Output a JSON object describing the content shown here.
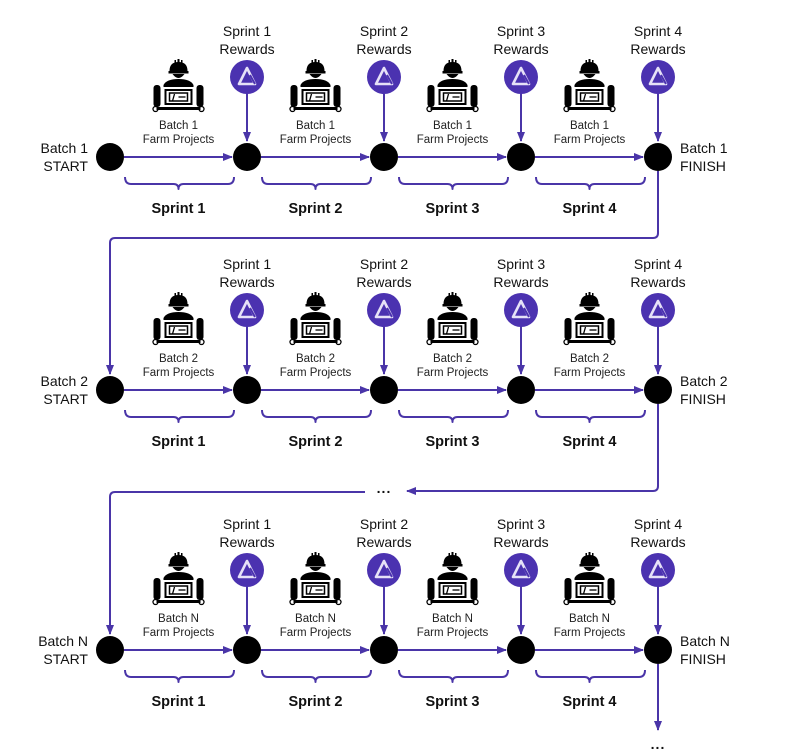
{
  "colors": {
    "accent": "#4a35a8",
    "token": "#4b32b0",
    "node": "#000000"
  },
  "ellipsis": "...",
  "batches": [
    {
      "start_label": [
        "Batch 1",
        "START"
      ],
      "finish_label": [
        "Batch 1",
        "FINISH"
      ],
      "farm_label": [
        "Batch 1",
        "Farm Projects"
      ],
      "rewards": [
        [
          "Sprint 1",
          "Rewards"
        ],
        [
          "Sprint 2",
          "Rewards"
        ],
        [
          "Sprint 3",
          "Rewards"
        ],
        [
          "Sprint 4",
          "Rewards"
        ]
      ],
      "sprints": [
        "Sprint 1",
        "Sprint 2",
        "Sprint 3",
        "Sprint 4"
      ]
    },
    {
      "start_label": [
        "Batch 2",
        "START"
      ],
      "finish_label": [
        "Batch 2",
        "FINISH"
      ],
      "farm_label": [
        "Batch 2",
        "Farm Projects"
      ],
      "rewards": [
        [
          "Sprint 1",
          "Rewards"
        ],
        [
          "Sprint 2",
          "Rewards"
        ],
        [
          "Sprint 3",
          "Rewards"
        ],
        [
          "Sprint 4",
          "Rewards"
        ]
      ],
      "sprints": [
        "Sprint 1",
        "Sprint 2",
        "Sprint 3",
        "Sprint 4"
      ]
    },
    {
      "start_label": [
        "Batch N",
        "START"
      ],
      "finish_label": [
        "Batch N",
        "FINISH"
      ],
      "farm_label": [
        "Batch N",
        "Farm Projects"
      ],
      "rewards": [
        [
          "Sprint 1",
          "Rewards"
        ],
        [
          "Sprint 2",
          "Rewards"
        ],
        [
          "Sprint 3",
          "Rewards"
        ],
        [
          "Sprint 4",
          "Rewards"
        ]
      ],
      "sprints": [
        "Sprint 1",
        "Sprint 2",
        "Sprint 3",
        "Sprint 4"
      ]
    }
  ]
}
